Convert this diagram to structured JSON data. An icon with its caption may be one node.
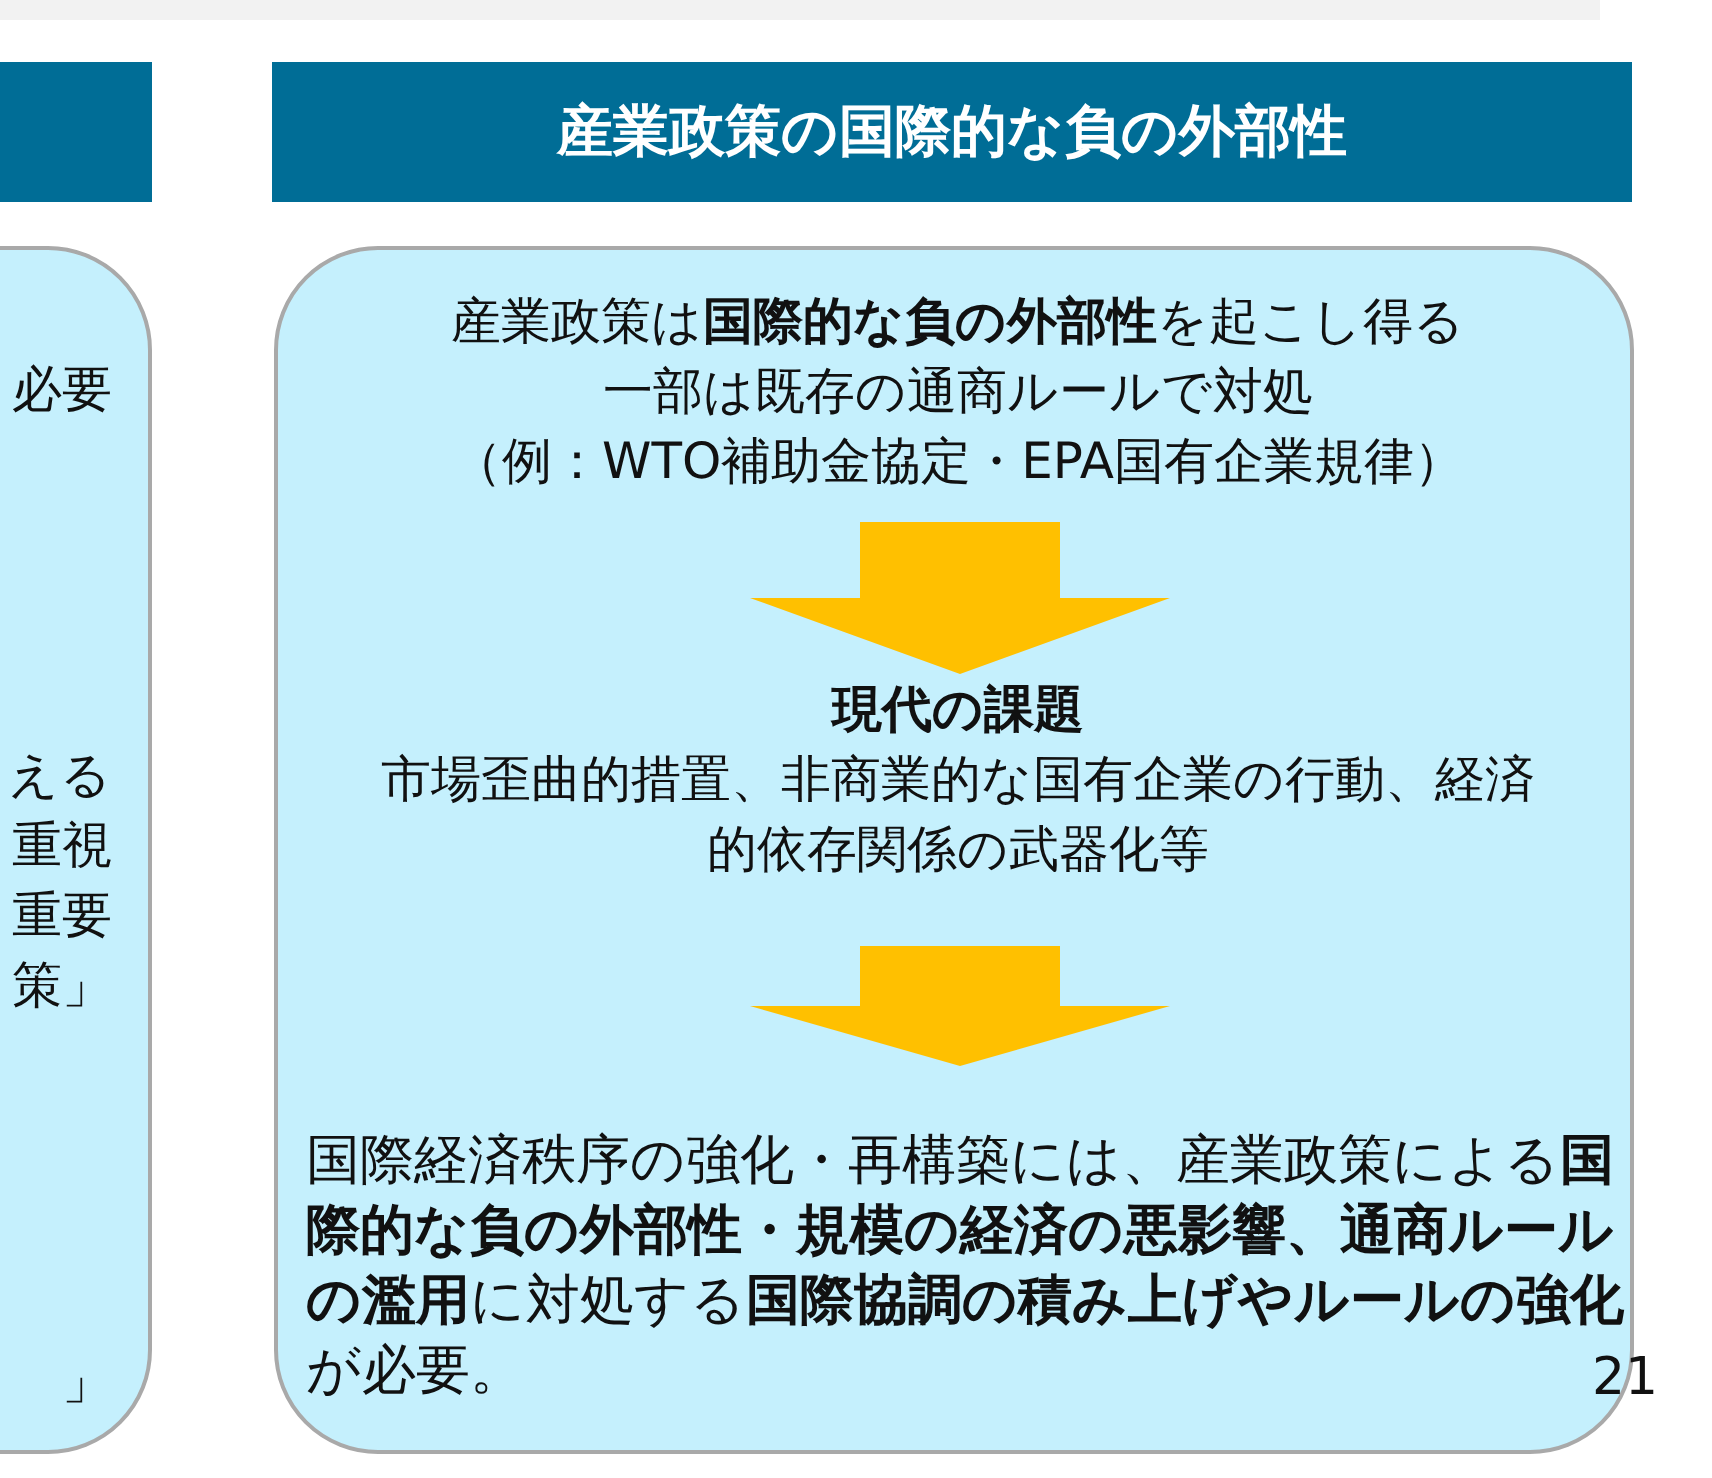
{
  "diagram": {
    "nodes": [
      {
        "text": [],
        "shape": "box"
      },
      {
        "text": [
          "必要",
          "える重視重要策」",
          "」"
        ]
      },
      {
        "text": [
          "産業政策の国際的な負の外部性"
        ]
      },
      {
        "text": [],
        "shape": "box"
      },
      {
        "text": [
          "産業政策は**国際的な負の外部性**を起こし得る",
          "一部は既存の通商ルールで対処",
          "（例：WTO補助金協定・EPA国有企業規律）"
        ],
        "in": 3
      },
      {
        "text": [
          "現代の課題",
          "市場歪曲的措置、非商業的な国有企業の行動、経済的依存関係の武器化等"
        ],
        "in": 3
      },
      {
        "text": [
          "国際経済秩序の強化・再構築には、産業政策による**国際的な負の外部性・規模の経済の悪影響、通商ルールの濫用**に対処する**国際協調の積み上げやルールの強化**が必要。"
        ],
        "in": 3
      }
    ],
    "edges": [
      {
        "from": 4,
        "to": 5,
        "arrow": "to",
        "color": "#ffc000"
      },
      {
        "from": 5,
        "to": 6,
        "arrow": "to",
        "color": "#ffc000"
      }
    ],
    "labels": [
      "21"
    ]
  }
}
